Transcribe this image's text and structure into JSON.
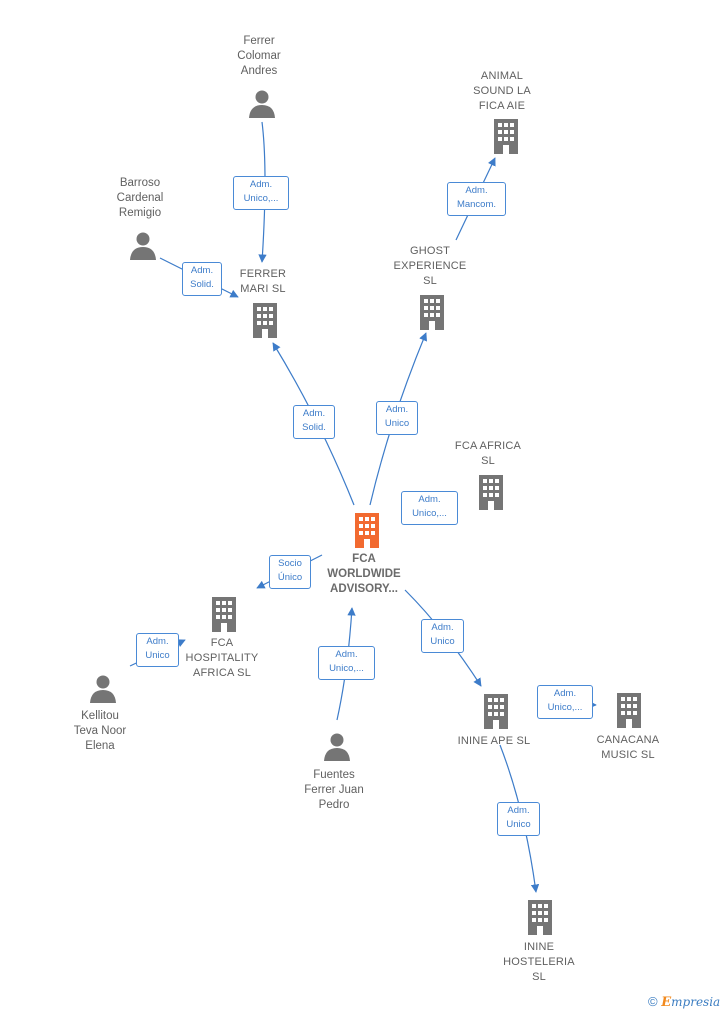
{
  "nodes": {
    "ferrer_colomar": {
      "label": "Ferrer\nColomar\nAndres",
      "type": "person"
    },
    "barroso": {
      "label": "Barroso\nCardenal\nRemigio",
      "type": "person"
    },
    "ferrer_mari": {
      "label": "FERRER\nMARI SL",
      "type": "company"
    },
    "animal_sound": {
      "label": "ANIMAL\nSOUND LA\nFICA  AIE",
      "type": "company"
    },
    "ghost": {
      "label": "GHOST\nEXPERIENCE\nSL",
      "type": "company"
    },
    "fca_africa": {
      "label": "FCA AFRICA\nSL",
      "type": "company"
    },
    "fca_worldwide": {
      "label": "FCA\nWORLDWIDE\nADVISORY...",
      "type": "main-company"
    },
    "fca_hospitality": {
      "label": "FCA\nHOSPITALITY\nAFRICA  SL",
      "type": "company"
    },
    "kellitou": {
      "label": "Kellitou\nTeva Noor\nElena",
      "type": "person"
    },
    "fuentes": {
      "label": "Fuentes\nFerrer Juan\nPedro",
      "type": "person"
    },
    "inine_ape": {
      "label": "ININE APE  SL",
      "type": "company"
    },
    "canacana": {
      "label": "CANACANA\nMUSIC  SL",
      "type": "company"
    },
    "inine_hosteleria": {
      "label": "ININE\nHOSTELERIA\nSL",
      "type": "company"
    }
  },
  "edges": {
    "e1": "Adm.\nUnico,...",
    "e2": "Adm.\nSolid.",
    "e3": "Adm.\nMancom.",
    "e4": "Adm.\nSolid.",
    "e5": "Adm.\nUnico",
    "e6": "Adm.\nUnico,...",
    "e7": "Socio\nÚnico",
    "e8": "Adm.\nUnico",
    "e9": "Adm.\nUnico,...",
    "e10": "Adm.\nUnico",
    "e11": "Adm.\nUnico,...",
    "e12": "Adm.\nUnico"
  },
  "footer": {
    "copyright": "©",
    "brand_initial": "E",
    "brand_rest": "mpresia"
  },
  "colors": {
    "edge": "#3d7cc9",
    "icon": "#757575",
    "main_icon": "#f26a30"
  }
}
